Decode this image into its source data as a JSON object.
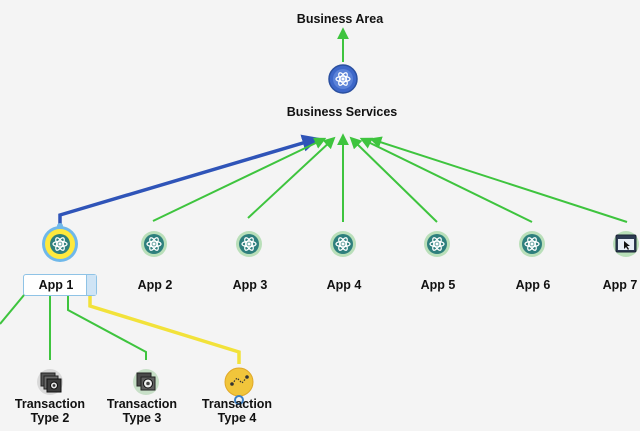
{
  "nodes": {
    "business_area": "Business Area",
    "business_services": "Business Services",
    "apps": [
      "App 1",
      "App 2",
      "App 3",
      "App 4",
      "App 5",
      "App 6",
      "App 7"
    ],
    "transactions": [
      "Transaction Type 2",
      "Transaction Type 3",
      "Transaction Type 4"
    ]
  },
  "colors": {
    "green": "#3ec43e",
    "blue": "#2f54b8",
    "yellow": "#f2e23a",
    "node_icon_bg": "#b9dfb9",
    "selected_bg": "#ffe93d",
    "selected_ring": "#6fb8ea"
  },
  "icons": {
    "service": "atom-icon",
    "app7": "window-cursor-icon",
    "transaction2": "camera-stack-icon",
    "transaction3": "gear-stack-icon",
    "transaction4": "dotted-path-icon"
  }
}
